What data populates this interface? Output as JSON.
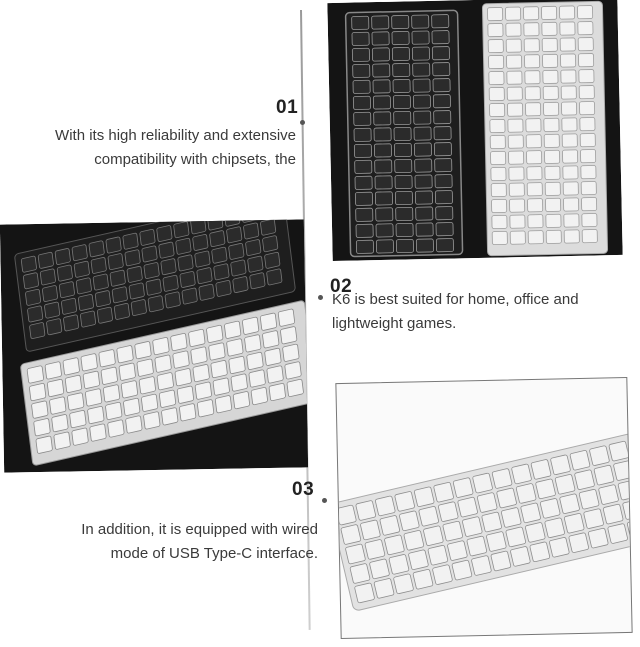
{
  "sections": [
    {
      "number": "01",
      "text_line1": "With its high reliability and extensive",
      "text_line2": "compatibility with chipsets, the"
    },
    {
      "number": "02",
      "text_line1": "K6 is best suited for home, office and",
      "text_line2": "lightweight games."
    },
    {
      "number": "03",
      "text_line1": "In addition, it is equipped with wired",
      "text_line2": "mode of USB Type-C interface."
    }
  ],
  "images": [
    {
      "name": "black-and-white-keyboards-topdown"
    },
    {
      "name": "black-and-white-keyboards-angled"
    },
    {
      "name": "white-keyboard-closeup"
    }
  ],
  "colors": {
    "dark_keyboard": "#1e1e1e",
    "dark_key": "#2b2b2b",
    "white_key": "#f2f2f2",
    "backdrop": "#141414"
  }
}
